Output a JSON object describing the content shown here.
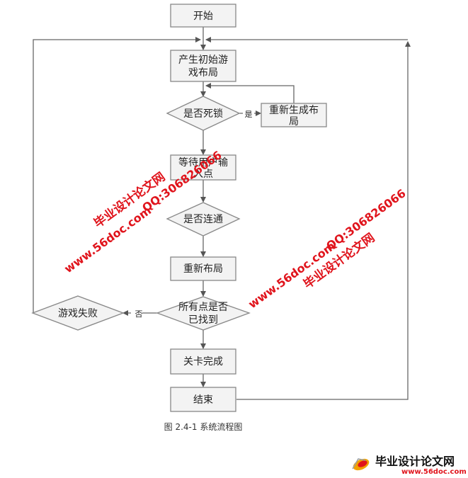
{
  "nodes": {
    "start": "开始",
    "init_l1": "产生初始游",
    "init_l2": "戏布局",
    "deadlock": "是否死锁",
    "regen_l1": "重新生成布",
    "regen_l2": "局",
    "wait_l1": "等待用户输",
    "wait_l2": "入点",
    "connected": "是否连通",
    "relayout": "重新布局",
    "allfound_l1": "所有点是否",
    "allfound_l2": "已找到",
    "fail": "游戏失败",
    "level_done": "关卡完成",
    "end": "结束"
  },
  "edge_labels": {
    "yes": "是",
    "no": "否"
  },
  "caption": "图 2.4-1 系统流程图",
  "watermarks": {
    "site_1": "www.56doc.com",
    "qq_1": "QQ:306826066",
    "brand_1": "毕业设计论文网",
    "site_2": "www.56doc.com",
    "qq_2": "QQ:306826066",
    "brand_2": "毕业设计论文网"
  },
  "logo": {
    "name": "毕业设计论文网",
    "url": "www.56doc.com"
  },
  "colors": {
    "box_fill": "#f3f3f3",
    "box_stroke": "#888888",
    "watermark": "#e0141c"
  }
}
